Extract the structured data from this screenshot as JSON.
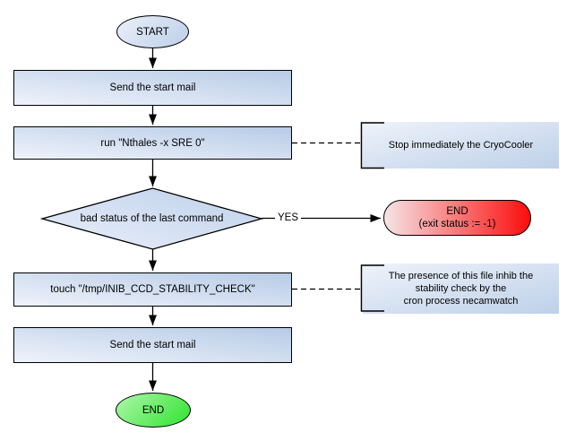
{
  "nodes": {
    "start": {
      "label": "START"
    },
    "send_mail_1": {
      "label": "Send the start mail"
    },
    "run_nthales": {
      "label": "run \"Nthales -x SRE 0\""
    },
    "decision": {
      "label": "bad status of the last command"
    },
    "end_error": {
      "label": "END\n(exit status := -1)"
    },
    "touch_file": {
      "label": "touch \"/tmp/INIB_CCD_STABILITY_CHECK\""
    },
    "send_mail_2": {
      "label": "Send the start mail"
    },
    "end_ok": {
      "label": "END"
    }
  },
  "annotations": {
    "cryocooler": {
      "text": "Stop immediately the CryoCooler"
    },
    "inhibit_note": {
      "text": "The presence of this file inhib the\nstability check by the\ncron process necamwatch"
    }
  },
  "edge_labels": {
    "yes": "YES"
  },
  "colors": {
    "process_fill_light": "#eff3fb",
    "process_fill_blue": "#b7cbe6",
    "end_error_red": "#fb0d0d",
    "end_ok_green": "#2ee42e",
    "stroke": "#000000",
    "background": "#ffffff"
  }
}
